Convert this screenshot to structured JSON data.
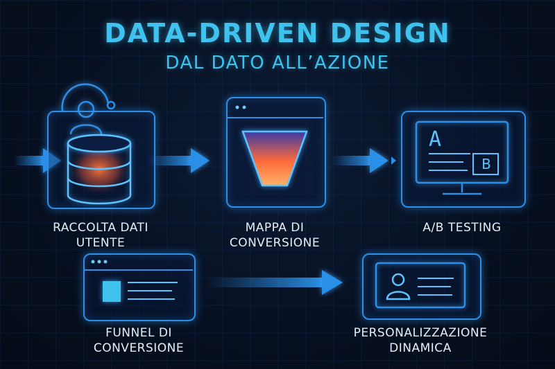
{
  "header": {
    "title": "DATA-DRIVEN DESIGN",
    "subtitle": "DAL DATO ALL’AZIONE"
  },
  "steps": [
    {
      "label_line1": "RACCOLTA DATI",
      "label_line2": "UTENTE",
      "icon": "database-user-icon"
    },
    {
      "label_line1": "MAPPA DI",
      "label_line2": "CONVERSIONE",
      "icon": "funnel-window-icon"
    },
    {
      "label_line1": "A/B TESTING",
      "label_line2": "",
      "icon": "ab-monitor-icon",
      "variant_a": "A",
      "variant_b": "B"
    },
    {
      "label_line1": "FUNNEL DI",
      "label_line2": "CONVERSIONE",
      "icon": "browser-window-icon"
    },
    {
      "label_line1": "PERSONALIZZAZIONE",
      "label_line2": "DINAMICA",
      "icon": "profile-card-icon"
    }
  ],
  "colors": {
    "accent": "#3fc3ee",
    "panel_border": "#2d8fe8",
    "arrow": "#2a8fe6",
    "heat": "#ff7a3a",
    "background": "#071021"
  }
}
